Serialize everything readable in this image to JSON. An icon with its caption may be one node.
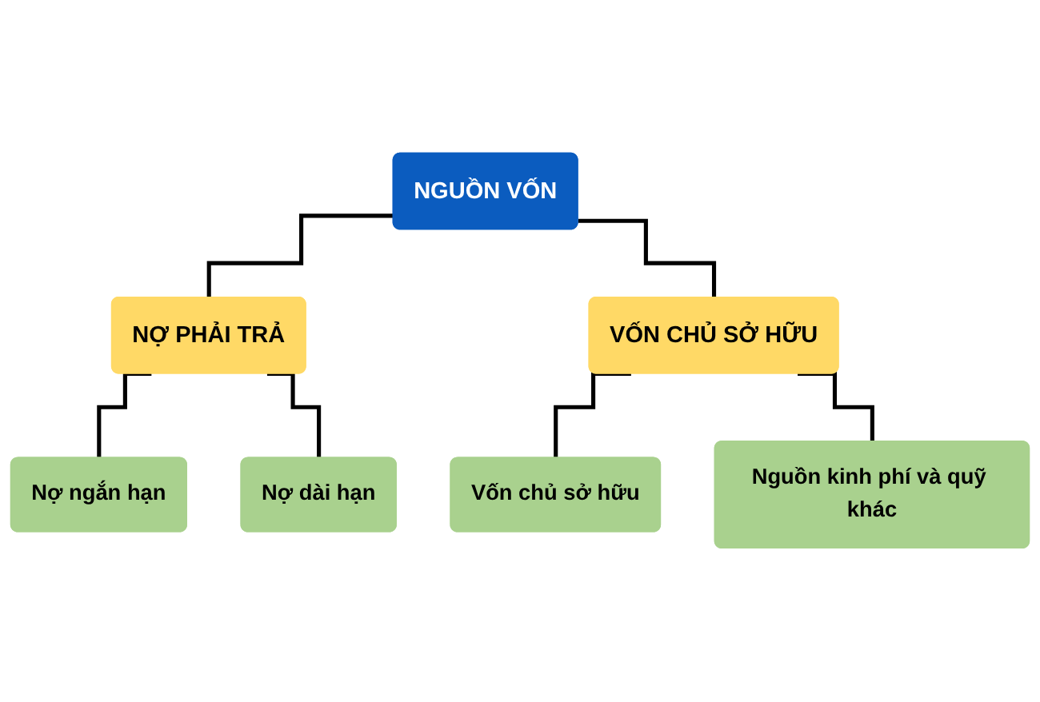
{
  "diagram": {
    "nodes": [
      {
        "text": [
          "NGUỒN VỐN"
        ]
      },
      {
        "text": [
          "NỢ PHẢI TRẢ"
        ]
      },
      {
        "text": [
          "VỐN CHỦ SỞ HỮU"
        ]
      },
      {
        "text": [
          "Nợ ngắn hạn"
        ]
      },
      {
        "text": [
          "Nợ dài hạn"
        ]
      },
      {
        "text": [
          "Vốn chủ sở hữu"
        ]
      },
      {
        "text": [
          "Nguồn kinh phí và quỹ khác"
        ]
      }
    ],
    "edges": [
      {
        "from": 0,
        "to": 1,
        "arrow": "none"
      },
      {
        "from": 0,
        "to": 2,
        "arrow": "none"
      },
      {
        "from": 1,
        "to": 3,
        "arrow": "none"
      },
      {
        "from": 1,
        "to": 4,
        "arrow": "none"
      },
      {
        "from": 2,
        "to": 5,
        "arrow": "none"
      },
      {
        "from": 2,
        "to": 6,
        "arrow": "none"
      }
    ]
  }
}
